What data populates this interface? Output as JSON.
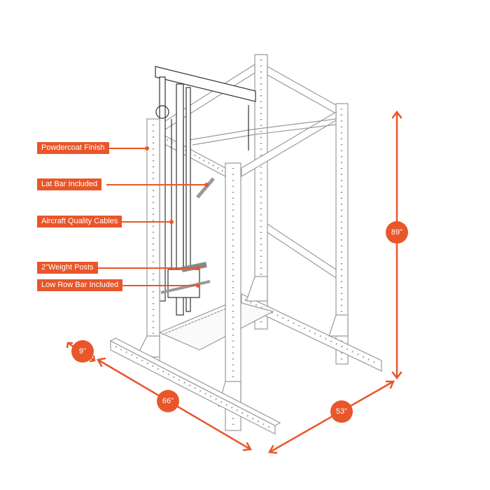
{
  "callouts": [
    {
      "label": "Powdercoat Finish"
    },
    {
      "label": "Lat Bar Included"
    },
    {
      "label": "Aircraft Quality Cables"
    },
    {
      "label": "2\"Weight Posts"
    },
    {
      "label": "Low Row Bar Included"
    }
  ],
  "dimensions": {
    "foot": "9\"",
    "depth": "66\"",
    "width": "53\"",
    "height": "89\""
  },
  "colors": {
    "accent": "#e8562a",
    "line": "#9a9a9a"
  }
}
